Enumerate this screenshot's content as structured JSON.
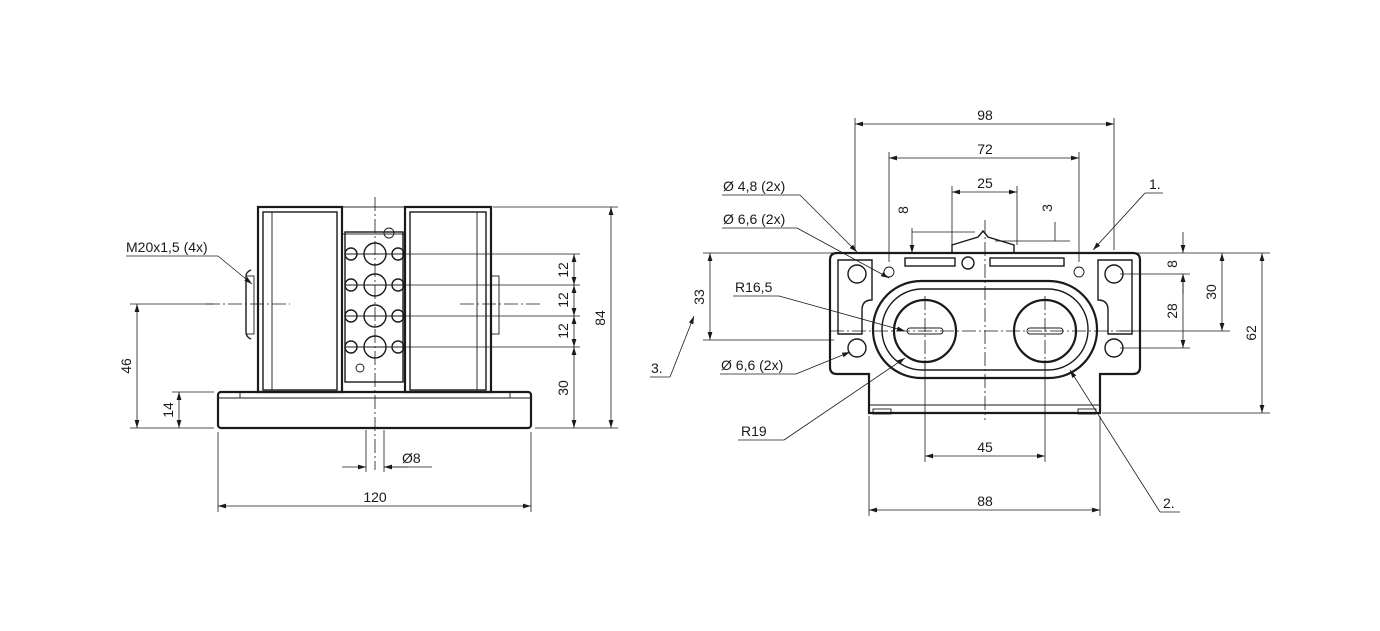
{
  "side_view": {
    "thread_label": "M20x1,5 (4x)",
    "dims": {
      "height_total": "84",
      "height_axis": "46",
      "base_thickness": "14",
      "width_total": "120",
      "pin_diameter": "Ø8",
      "spacing_1": "12",
      "spacing_2": "12",
      "spacing_3": "12",
      "bottom_to_row": "30"
    }
  },
  "top_view": {
    "dims": {
      "outer_width": "98",
      "inner_width": "72",
      "center_width": "25",
      "left_small": "8",
      "right_small": "3",
      "lens_spacing": "45",
      "base_width": "88",
      "height_total": "62",
      "height_30": "30",
      "height_28": "28",
      "height_8": "8",
      "height_33": "33"
    },
    "labels": {
      "hole_small": "Ø 4,8 (2x)",
      "hole_large_top": "Ø 6,6 (2x)",
      "hole_large_bottom": "Ø 6,6 (2x)",
      "radius_small": "R16,5",
      "radius_large": "R19"
    },
    "callouts": {
      "c1": "1.",
      "c2": "2.",
      "c3": "3."
    }
  }
}
